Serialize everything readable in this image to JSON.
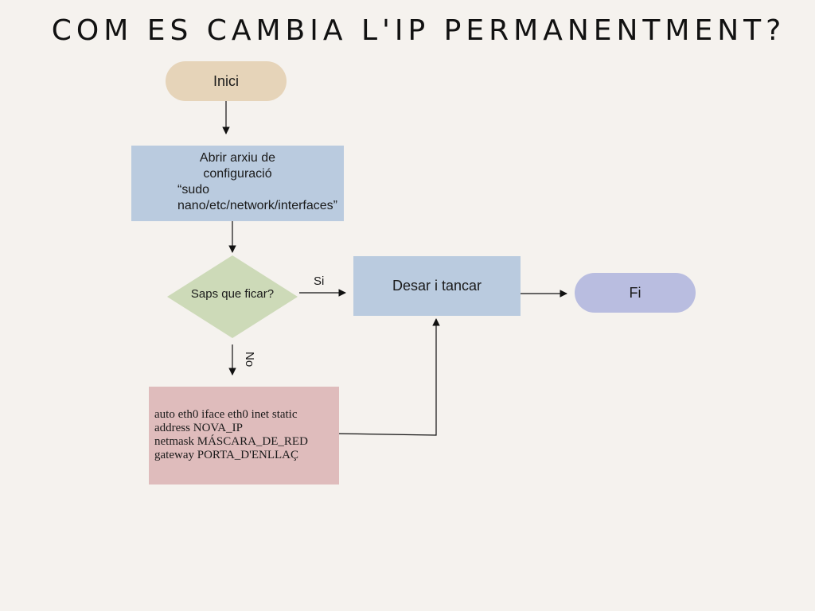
{
  "title": "COM ES CAMBIA L'IP PERMANENTMENT?",
  "nodes": {
    "start": "Inici",
    "open_config": {
      "line1": "Abrir arxiu de",
      "line2": "configuració",
      "line3": "“sudo",
      "line4": "nano/etc/network/interfaces”"
    },
    "decision": "Saps que ficar?",
    "save": "Desar i tancar",
    "end": "Fi",
    "config_content": {
      "line1": "auto eth0 iface eth0 inet static",
      "line2": "address NOVA_IP",
      "line3": "netmask MÁSCARA_DE_RED",
      "line4": "gateway PORTA_D'ENLLAÇ"
    }
  },
  "edges": {
    "yes_label": "Si",
    "no_label": "No"
  },
  "colors": {
    "background": "#f5f2ee",
    "start": "#e6d4b9",
    "process": "#bacbdf",
    "decision": "#cddab8",
    "config": "#dfbcbc",
    "end": "#b9bde0"
  }
}
